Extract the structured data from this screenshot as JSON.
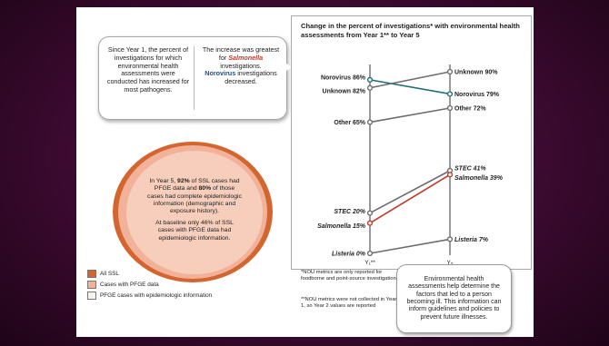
{
  "callout": {
    "left_text": "Since Year 1, the percent of investigations for which environmental health assessments were conducted has increased for most pathogens.",
    "right_a": "The increase was greatest for ",
    "right_pathogen": "Salmonella",
    "right_b": " investigations.",
    "right_norovirus": "Norovirus",
    "right_c": " investigations decreased."
  },
  "circle": {
    "p1_a": "In Year 5, ",
    "p1_pct1": "92%",
    "p1_b": " of SSL cases had PFGE data and ",
    "p1_pct2": "80%",
    "p1_c": " of those cases had complete epidemiologic information (demographic and exposure history).",
    "p2": "At baseline only 46% of SSL cases with PFGE data had epidemiologic information."
  },
  "legend": [
    {
      "label": "All SSL",
      "color": "#d4652e"
    },
    {
      "label": "Cases with PFGE data",
      "color": "#f2b29a"
    },
    {
      "label": "PFGE cases with epidemiologic information",
      "color": "#f7f2ee"
    }
  ],
  "notes": {
    "nou_metrics": "*NOU metrics are only reported for foodborne and point-source investigations",
    "nou_year1": "**NOU metrics were not collected in Year 1, so Year 2 values are reported"
  },
  "bubble_text": "Environmental health assessments help determine the factors that led to a person becoming ill. This information can inform guidelines and policies to prevent future illnesses.",
  "chart_data": {
    "type": "line",
    "title": "Change in the percent of investigations* with environmental health assessments from Year 1** to Year 5",
    "x": [
      "Y₁**",
      "Y₅"
    ],
    "ylim": [
      0,
      90
    ],
    "series": [
      {
        "name": "Norovirus",
        "values": [
          86,
          79
        ],
        "label_start": "Norovirus 86%",
        "label_end": "Norovirus 79%",
        "color": "#1f6e7a",
        "italic": false
      },
      {
        "name": "Unknown",
        "values": [
          82,
          90
        ],
        "label_start": "Unknown 82%",
        "label_end": "Unknown 90%",
        "color": "#6d6d6d",
        "italic": false
      },
      {
        "name": "Other",
        "values": [
          65,
          72
        ],
        "label_start": "Other 65%",
        "label_end": "Other 72%",
        "color": "#6d6d6d",
        "italic": false
      },
      {
        "name": "STEC",
        "values": [
          20,
          41
        ],
        "label_start": "STEC 20%",
        "label_end": "STEC 41%",
        "color": "#6d6d6d",
        "italic": true
      },
      {
        "name": "Salmonella",
        "values": [
          15,
          39
        ],
        "label_start": "Salmonella 15%",
        "label_end": "Salmonella 39%",
        "color": "#c0392b",
        "italic": true
      },
      {
        "name": "Listeria",
        "values": [
          0,
          7
        ],
        "label_start": "Listeria 0%",
        "label_end": "Listeria 7%",
        "color": "#6d6d6d",
        "italic": true
      }
    ]
  }
}
